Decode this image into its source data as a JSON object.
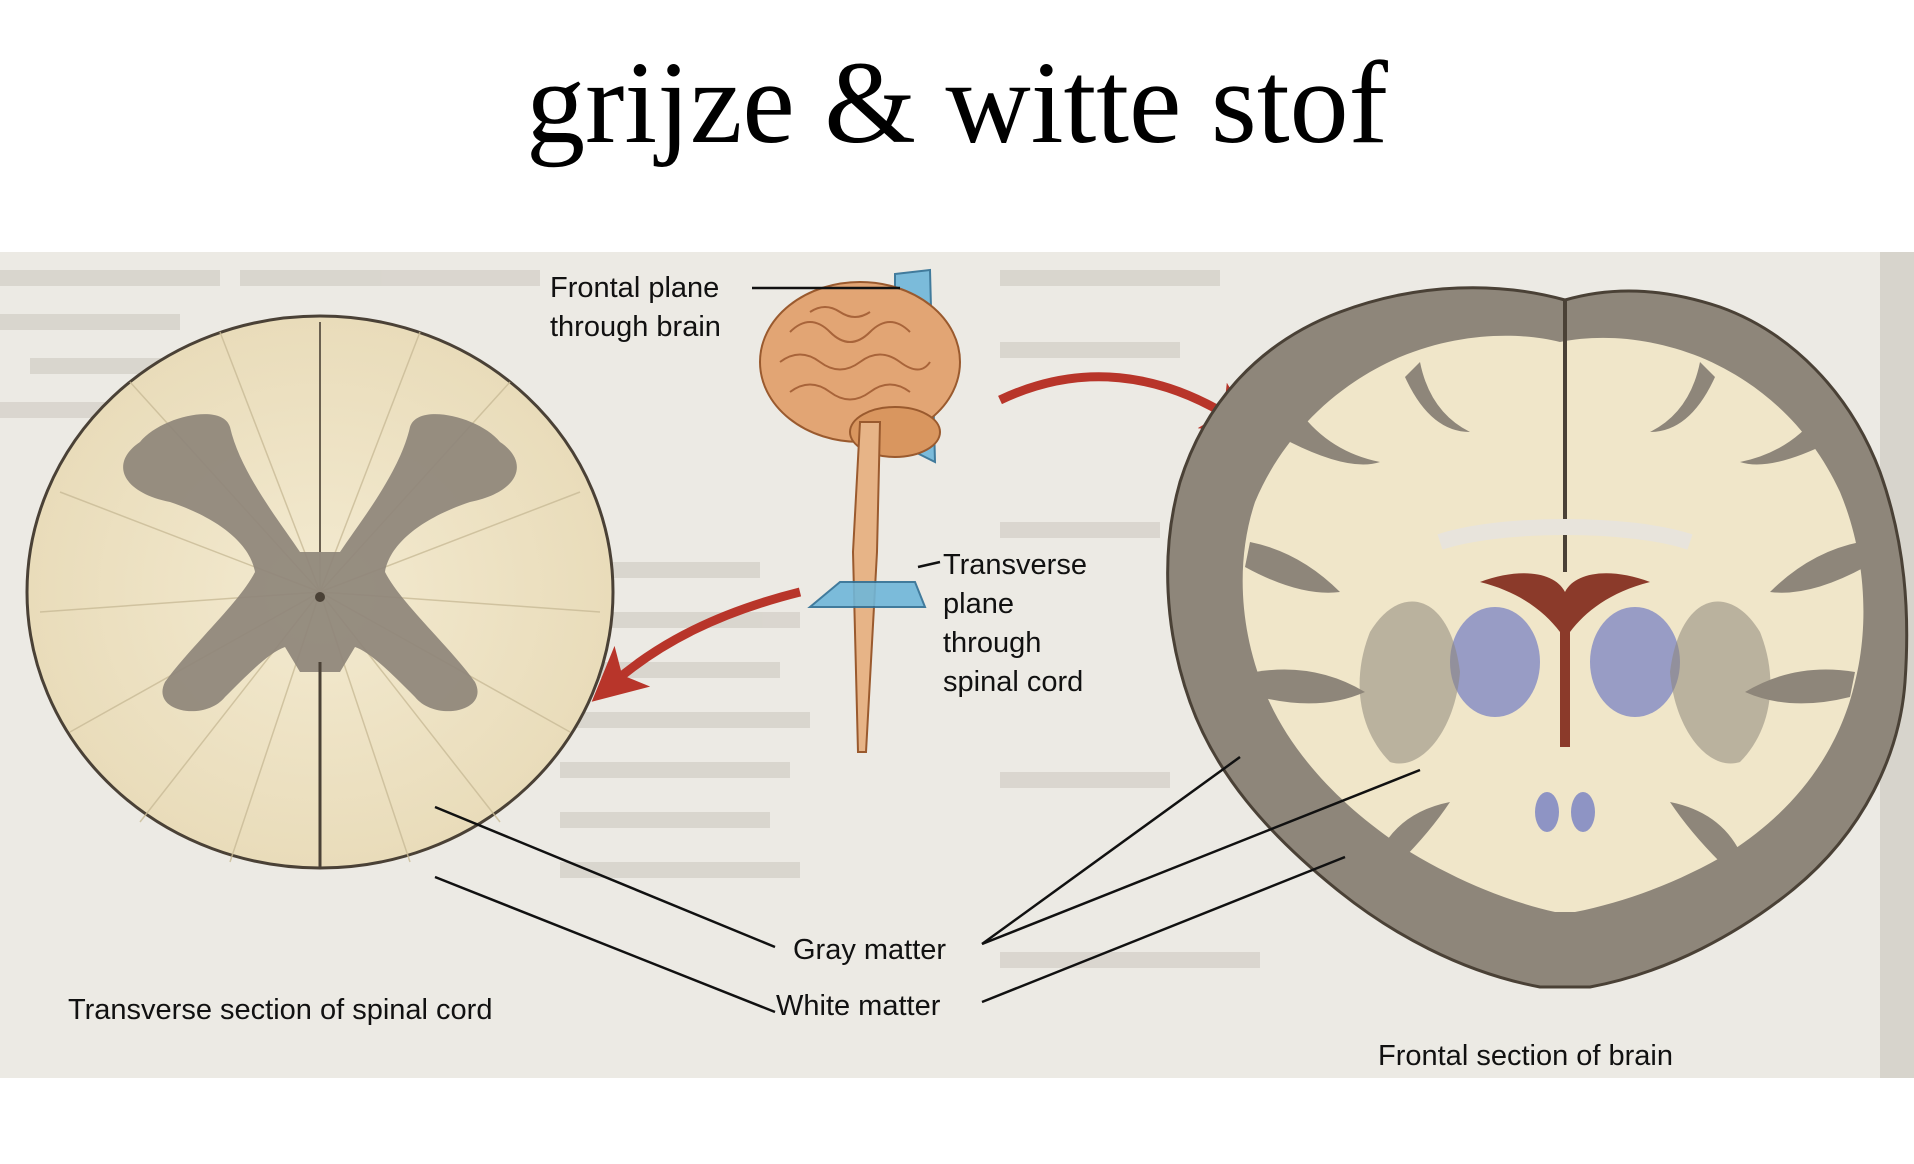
{
  "slide": {
    "title": "grijze & witte stof"
  },
  "figure": {
    "labels": {
      "frontal_plane_line1": "Frontal plane",
      "frontal_plane_line2": "through brain",
      "transverse_plane_line1": "Transverse",
      "transverse_plane_line2": "plane",
      "transverse_plane_line3": "through",
      "transverse_plane_line4": "spinal cord",
      "gray_matter": "Gray matter",
      "white_matter": "White matter",
      "spinal_cord_caption": "Transverse section of spinal cord",
      "brain_caption": "Frontal section of brain"
    },
    "colors": {
      "gray_matter": "#8e867a",
      "white_matter": "#f0e6c9",
      "outline": "#4a4136",
      "arrow": "#b8352a",
      "plane": "#6fb7d9",
      "brain_surface": "#e2a574",
      "ventricle": "#8b3a2a",
      "basal_ganglia": "#8e94c4",
      "page_background": "#eceae4"
    }
  }
}
